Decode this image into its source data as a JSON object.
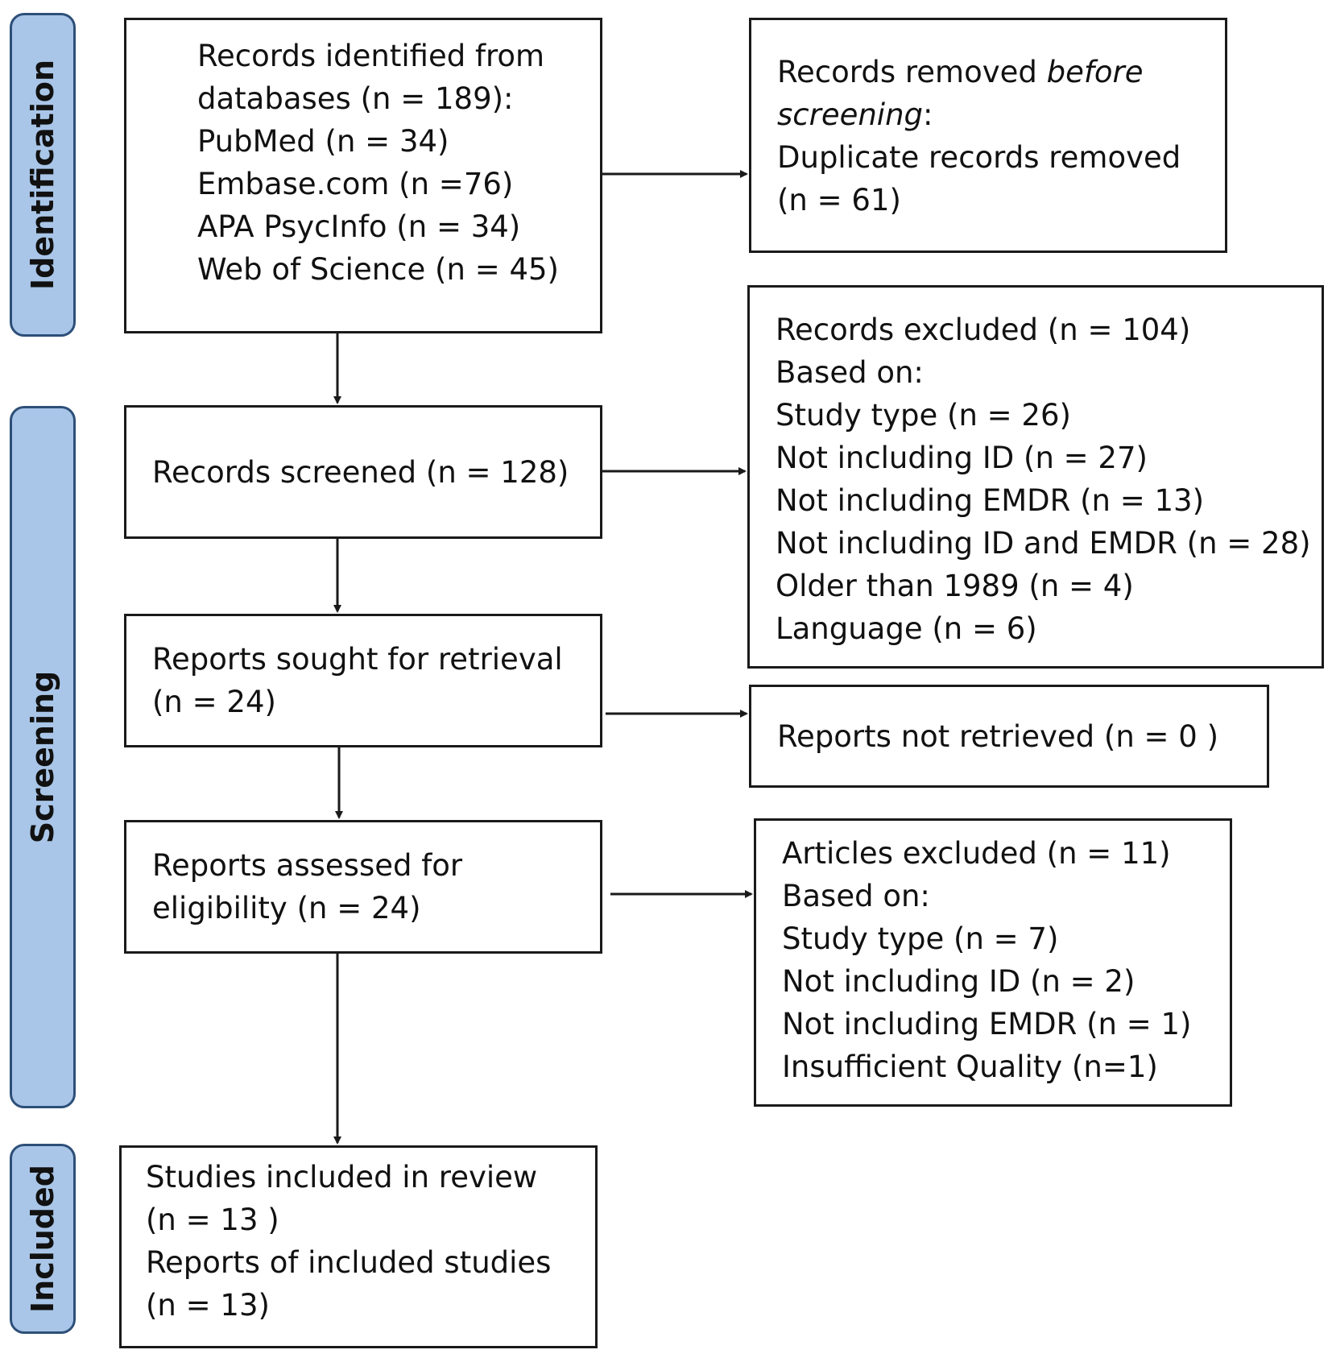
{
  "phases": {
    "identification": "Identification",
    "screening": "Screening",
    "included": "Included"
  },
  "boxes": {
    "identified": {
      "lines": [
        "Records identified from",
        "databases (n = 189):",
        "PubMed (n = 34)",
        "Embase.com (n =76)",
        "APA PsycInfo (n = 34)",
        "Web of Science (n = 45)"
      ]
    },
    "removed_before_screening": {
      "line1_prefix": "Records removed ",
      "line1_italic": "before",
      "line2_italic": "screening",
      "line2_suffix": ":",
      "line3": "Duplicate records removed",
      "line4": "(n = 61)"
    },
    "screened": {
      "lines": [
        "Records screened (n = 128)"
      ]
    },
    "excluded_records": {
      "lines": [
        "Records excluded (n = 104)",
        "Based on:",
        "Study type (n = 26)",
        "Not including ID (n = 27)",
        "Not including EMDR (n = 13)",
        "Not including ID and EMDR (n = 28)",
        "Older than 1989 (n = 4)",
        "Language (n = 6)"
      ]
    },
    "sought_retrieval": {
      "lines": [
        "Reports sought for retrieval",
        "(n = 24)"
      ]
    },
    "not_retrieved": {
      "lines": [
        "Reports not retrieved (n = 0 )"
      ]
    },
    "assessed_eligibility": {
      "lines": [
        "Reports assessed for",
        "eligibility (n = 24)"
      ]
    },
    "articles_excluded": {
      "lines": [
        "Articles excluded (n = 11)",
        "Based on:",
        "Study type (n = 7)",
        "Not including ID (n = 2)",
        "Not including EMDR (n = 1)",
        "Insufficient Quality (n=1)"
      ]
    },
    "included_review": {
      "lines": [
        "Studies included in review",
        "(n = 13 )",
        "Reports of included studies",
        "(n = 13)"
      ]
    }
  },
  "colors": {
    "phase_fill": "#a9c6e8",
    "phase_border": "#2d4f78",
    "box_border": "#1a1a1a",
    "arrow": "#1a1a1a"
  }
}
